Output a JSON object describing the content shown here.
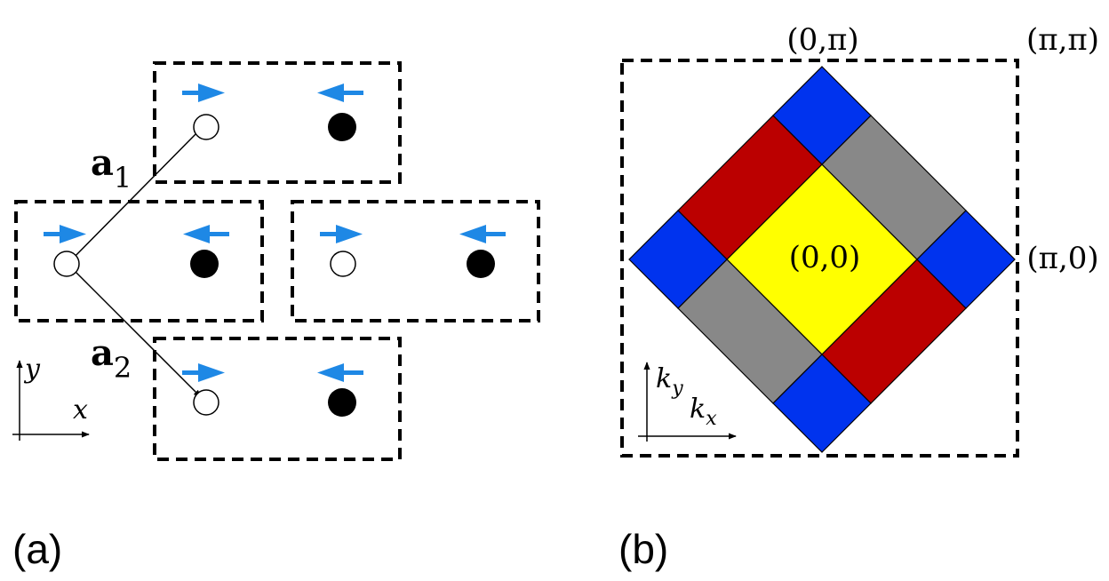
{
  "panel_a": {
    "label": "(a)",
    "vectors": {
      "a1": {
        "base": "a",
        "sub": "1"
      },
      "a2": {
        "base": "a",
        "sub": "2"
      }
    },
    "axes": {
      "x": "x",
      "y": "y"
    }
  },
  "panel_b": {
    "label": "(b)",
    "points": {
      "zero_pi": "(0,π)",
      "pi_pi": "(π,π)",
      "pi_zero": "(π,0)",
      "origin": "(0,0)"
    },
    "axes": {
      "kx_base": "k",
      "kx_sub": "x",
      "ky_base": "k",
      "ky_sub": "y"
    },
    "colors": {
      "center": "#ffff00",
      "red": "#bb0000",
      "gray": "#888888",
      "blue": "#0033ee",
      "spin_arrow": "#1e88e5"
    }
  }
}
